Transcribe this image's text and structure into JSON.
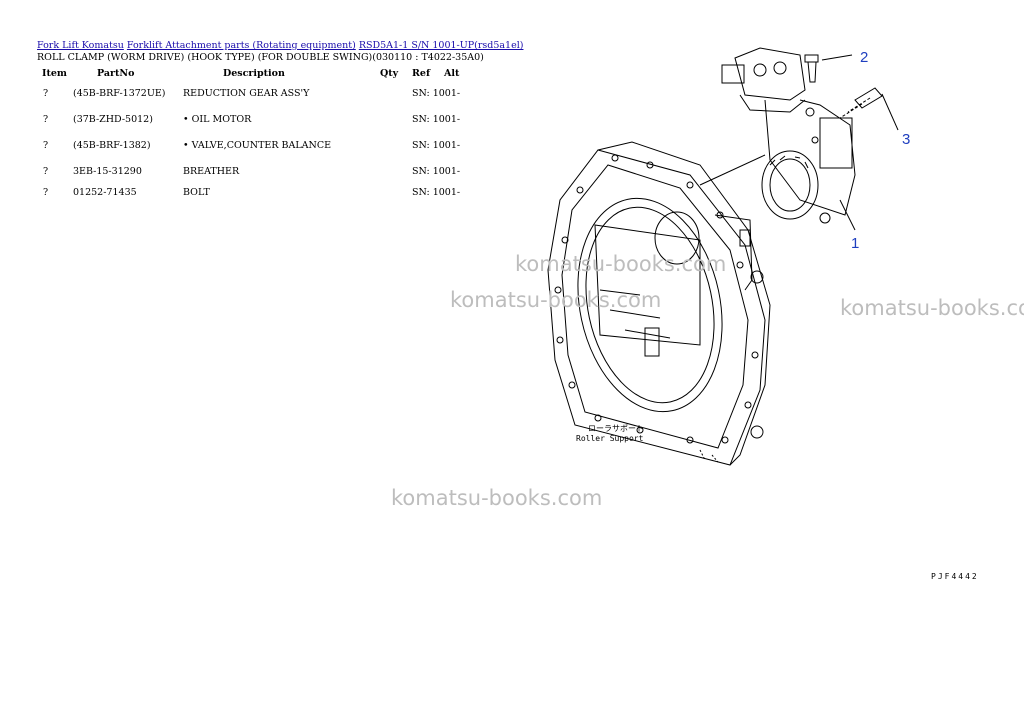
{
  "breadcrumb": {
    "links": [
      "Fork Lift Komatsu",
      "Forklift Attachment parts (Rotating equipment)",
      "RSD5A1-1 S/N 1001-UP(rsd5a1el)"
    ]
  },
  "title": "ROLL CLAMP (WORM DRIVE) (HOOK TYPE) (FOR DOUBLE SWING)(030110 : T4022-35A0)",
  "table": {
    "headers": [
      "Item",
      "PartNo",
      "Description",
      "Qty",
      "Ref",
      "Alt"
    ],
    "rows": [
      {
        "item": "?",
        "partno": "(45B-BRF-1372UE)",
        "description": "REDUCTION GEAR ASS'Y",
        "qty": "",
        "ref": "SN: 1001-",
        "alt": ""
      },
      {
        "item": "?",
        "partno": "(37B-ZHD-5012)",
        "description": "• OIL MOTOR",
        "qty": "",
        "ref": "SN: 1001-",
        "alt": ""
      },
      {
        "item": "?",
        "partno": "(45B-BRF-1382)",
        "description": "• VALVE,COUNTER BALANCE",
        "qty": "",
        "ref": "SN: 1001-",
        "alt": ""
      },
      {
        "item": "?",
        "partno": "3EB-15-31290",
        "description": "BREATHER",
        "qty": "",
        "ref": "SN: 1001-",
        "alt": ""
      },
      {
        "item": "?",
        "partno": "01252-71435",
        "description": "BOLT",
        "qty": "",
        "ref": "SN: 1001-",
        "alt": ""
      }
    ]
  },
  "diagram": {
    "callouts": [
      "1",
      "2",
      "3"
    ],
    "label_jp": "ローラサポート",
    "label_en": "Roller Support",
    "drawing_code": "PJF4442"
  },
  "watermark": "komatsu-books.com",
  "colors": {
    "link": "#1a0dab",
    "callout": "#1f3fbf",
    "watermark": "#bdbdbd"
  }
}
